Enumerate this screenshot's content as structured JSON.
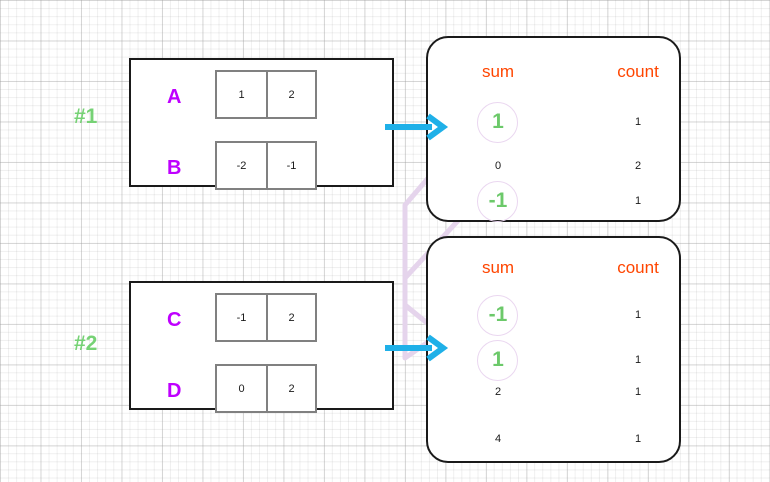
{
  "diagram": {
    "title_colors": {
      "group_label": "#76d275",
      "row_label": "#bf00ff",
      "header": "#ff4500",
      "highlight": "#6cc96a",
      "arrow": "#1fb0e8",
      "connector": "#e5d4ec",
      "block_border": "#1a1a1a",
      "cell_border": "#808080"
    },
    "groups": [
      {
        "label": "#1",
        "rows": [
          {
            "name": "A",
            "cells": [
              "1",
              "2"
            ]
          },
          {
            "name": "B",
            "cells": [
              "-2",
              "-1"
            ]
          }
        ]
      },
      {
        "label": "#2",
        "rows": [
          {
            "name": "C",
            "cells": [
              "-1",
              "2"
            ]
          },
          {
            "name": "D",
            "cells": [
              "0",
              "2"
            ]
          }
        ]
      }
    ],
    "panels": [
      {
        "name": "panel-1",
        "headers": {
          "sum": "sum",
          "count": "count"
        },
        "rows": [
          {
            "sum": "1",
            "count": "1",
            "highlighted": true
          },
          {
            "sum": "0",
            "count": "2",
            "highlighted": false
          },
          {
            "sum": "-1",
            "count": "1",
            "highlighted": true
          }
        ]
      },
      {
        "name": "panel-2",
        "headers": {
          "sum": "sum",
          "count": "count"
        },
        "rows": [
          {
            "sum": "-1",
            "count": "1",
            "highlighted": true
          },
          {
            "sum": "1",
            "count": "1",
            "highlighted": true
          },
          {
            "sum": "2",
            "count": "1",
            "highlighted": false
          },
          {
            "sum": "4",
            "count": "1",
            "highlighted": false
          }
        ]
      }
    ],
    "arrows": [
      {
        "name": "arrow-group1-to-panel1"
      },
      {
        "name": "arrow-group2-to-panel2"
      }
    ],
    "connectors": [
      {
        "name": "connector-panel1-one-to-panel2-one"
      },
      {
        "name": "connector-panel1-minusone-to-panel2-minusone"
      }
    ]
  }
}
